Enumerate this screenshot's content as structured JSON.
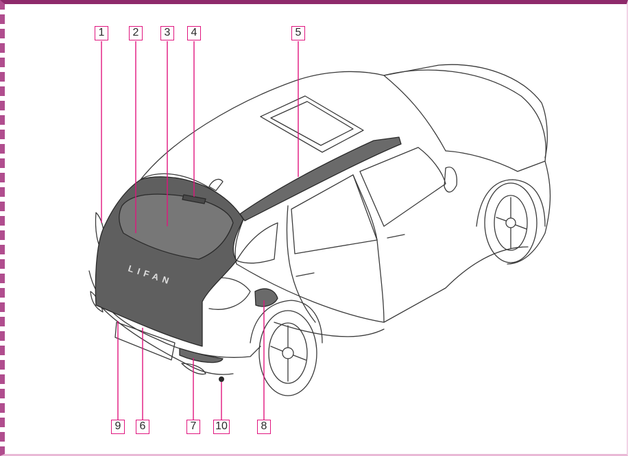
{
  "diagram": {
    "callouts": [
      {
        "id": "c1",
        "label": "1"
      },
      {
        "id": "c2",
        "label": "2"
      },
      {
        "id": "c3",
        "label": "3"
      },
      {
        "id": "c4",
        "label": "4"
      },
      {
        "id": "c5",
        "label": "5"
      },
      {
        "id": "c9",
        "label": "9"
      },
      {
        "id": "c6",
        "label": "6"
      },
      {
        "id": "c7",
        "label": "7"
      },
      {
        "id": "c10",
        "label": "10"
      },
      {
        "id": "c8",
        "label": "8"
      }
    ],
    "badge_text": "LIFAN",
    "colors": {
      "frame": "#8e2a6b",
      "callout": "#e0147e",
      "highlight": "#5f5f5f",
      "outline": "#3a3a3a"
    }
  }
}
